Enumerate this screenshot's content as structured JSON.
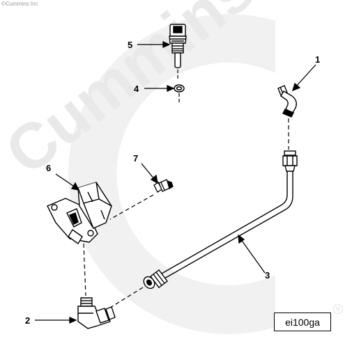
{
  "copyright": "©Cummins Inc",
  "watermark": "Cummins",
  "figure_id": "ei100ga",
  "registered_mark": "®",
  "callouts": {
    "c1": "1",
    "c2": "2",
    "c3": "3",
    "c4": "4",
    "c5": "5",
    "c6": "6",
    "c7": "7"
  },
  "colors": {
    "line": "#000000",
    "watermark": "#ececec",
    "background": "#ffffff"
  }
}
